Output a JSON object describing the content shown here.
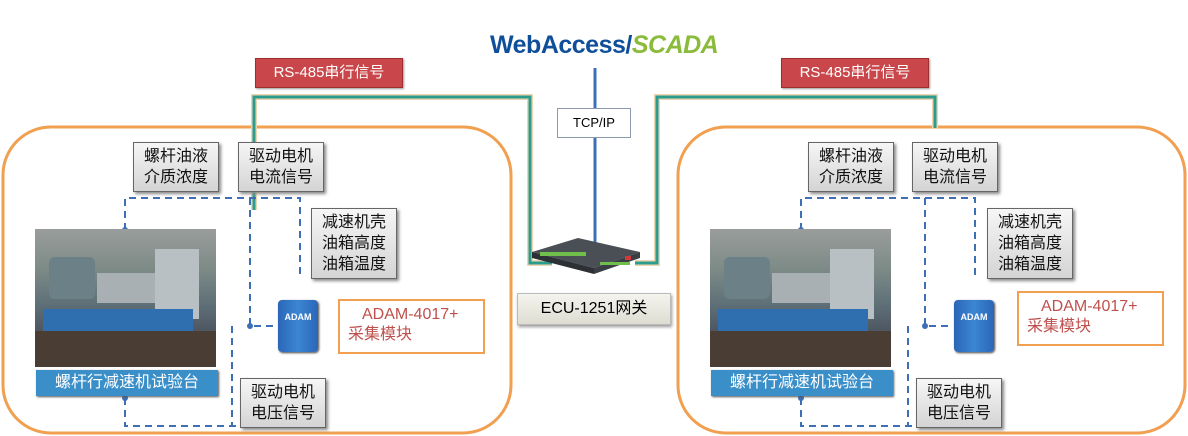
{
  "logo": {
    "part1": "WebAccess/",
    "part2": "SCADA"
  },
  "tcp_label": "TCP/IP",
  "gateway_label": "ECU-1251网关",
  "panels": [
    {
      "rs485_label": "RS-485串行信号",
      "oil_concentration": [
        "螺杆油液",
        "介质浓度"
      ],
      "motor_current": [
        "驱动电机",
        "电流信号"
      ],
      "gearbox_oil": [
        "减速机壳",
        "油箱高度",
        "油箱温度"
      ],
      "adam_module": [
        "ADAM-4017+",
        "采集模块"
      ],
      "test_bench": "螺杆行减速机试验台",
      "motor_voltage": [
        "驱动电机",
        "电压信号"
      ],
      "module_brand": "ADAM"
    },
    {
      "rs485_label": "RS-485串行信号",
      "oil_concentration": [
        "螺杆油液",
        "介质浓度"
      ],
      "motor_current": [
        "驱动电机",
        "电流信号"
      ],
      "gearbox_oil": [
        "减速机壳",
        "油箱高度",
        "油箱温度"
      ],
      "adam_module": [
        "ADAM-4017+",
        "采集模块"
      ],
      "test_bench": "螺杆行减速机试验台",
      "motor_voltage": [
        "驱动电机",
        "电压信号"
      ],
      "module_brand": "ADAM"
    }
  ],
  "colors": {
    "rs485_line": "#2a9d8f",
    "tcp_line": "#3d6fb6",
    "panel_border": "#f0a050",
    "dashed_line": "#3d6fb6",
    "rs485_badge": "#c9474a",
    "bench_label": "#3b8fc9"
  }
}
